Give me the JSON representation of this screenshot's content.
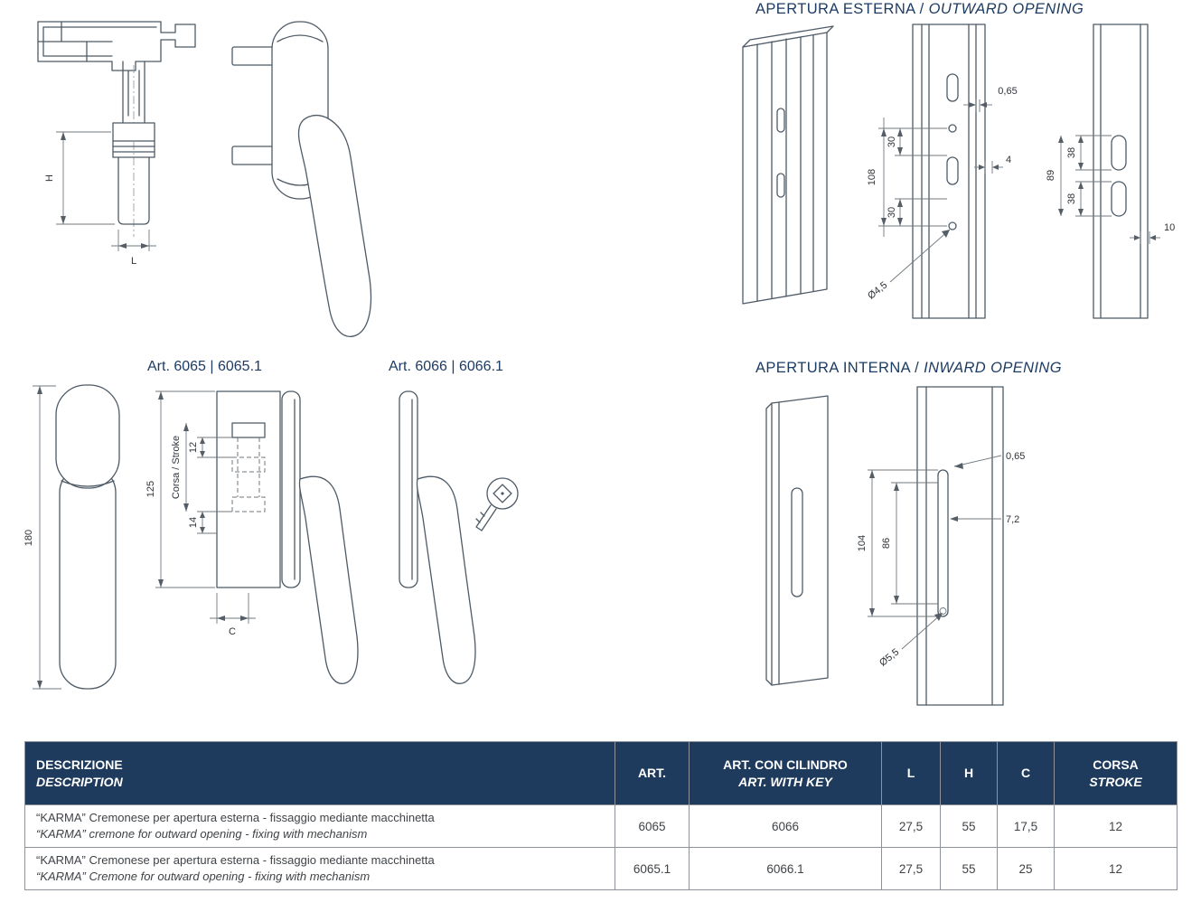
{
  "sections": {
    "outward_title": "APERTURA ESTERNA / ",
    "outward_title_italic": "OUTWARD OPENING",
    "inward_title": "APERTURA INTERNA / ",
    "inward_title_italic": "INWARD OPENING"
  },
  "labels": {
    "art_6065": "Art. 6065 | 6065.1",
    "art_6066": "Art. 6066 | 6066.1"
  },
  "drawings": {
    "section": {
      "h": "H",
      "l": "L"
    },
    "front": {
      "height": "180"
    },
    "plate6065": {
      "total": "125",
      "corsa": "Corsa / Stroke",
      "d12": "12",
      "d14": "14",
      "c": "C"
    },
    "outward": {
      "d065": "0,65",
      "d108": "108",
      "d30_top": "30",
      "d30_bottom": "30",
      "d4": "4",
      "d89": "89",
      "d38_top": "38",
      "d38_bottom": "38",
      "d10": "10",
      "dia": "Ø4,5"
    },
    "inward": {
      "d065": "0,65",
      "d104": "104",
      "d86": "86",
      "d72": "7,2",
      "dia": "Ø5,5"
    }
  },
  "table": {
    "headers": {
      "desc_it": "DESCRIZIONE",
      "desc_en": "DESCRIPTION",
      "art": "ART.",
      "art_key_it": "ART. CON CILINDRO",
      "art_key_en": "ART. WITH KEY",
      "l": "L",
      "h": "H",
      "c": "C",
      "corsa_it": "CORSA",
      "corsa_en": "STROKE"
    },
    "rows": [
      {
        "desc_it": "“KARMA” Cremonese per apertura esterna - fissaggio mediante macchinetta",
        "desc_en": "“KARMA” cremone for outward opening - fixing with mechanism",
        "art": "6065",
        "art_key": "6066",
        "l": "27,5",
        "h": "55",
        "c": "17,5",
        "corsa": "12"
      },
      {
        "desc_it": "“KARMA” Cremonese per apertura esterna - fissaggio mediante macchinetta",
        "desc_en": "“KARMA” Cremone for outward opening - fixing with mechanism",
        "art": "6065.1",
        "art_key": "6066.1",
        "l": "27,5",
        "h": "55",
        "c": "25",
        "corsa": "12"
      }
    ]
  },
  "colors": {
    "accent": "#1d3c63",
    "table_header_bg": "#1e3a5c",
    "line": "#4e5a66"
  }
}
